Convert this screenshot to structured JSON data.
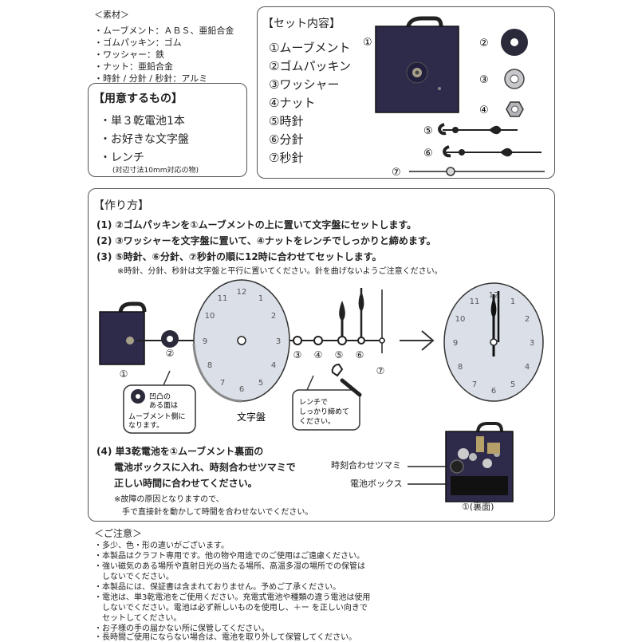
{
  "materials": {
    "title": "＜素材＞",
    "lines": [
      "・ムーブメント：ＡＢＳ、亜鉛合金",
      "・ゴムパッキン：ゴム",
      "・ワッシャー：鉄",
      "・ナット：亜鉛合金",
      "・時針 / 分針 / 秒針：アルミ"
    ]
  },
  "prepare": {
    "title": "【用意するもの】",
    "items": [
      "・単３乾電池1本",
      "・お好きな文字盤",
      "・レンチ"
    ],
    "note": "(対辺寸法10mm対応の物)"
  },
  "set": {
    "title": "【セット内容】",
    "items": [
      "①ムーブメント",
      "②ゴムパッキン",
      "③ワッシャー",
      "④ナット",
      "⑤時針",
      "⑥分針",
      "⑦秒針"
    ],
    "numbers": [
      "①",
      "②",
      "③",
      "④",
      "⑤",
      "⑥",
      "⑦"
    ]
  },
  "howto": {
    "title": "【作り方】",
    "steps": [
      "(1)  ②ゴムパッキンを①ムーブメントの上に置いて文字盤にセットします。",
      "(2)  ③ワッシャーを文字盤に置いて、④ナットをレンチでしっかりと締めます。",
      "(3)  ⑤時針、⑥分針、⑦秒針の順に12時に合わせてセットします。"
    ],
    "step3_note": "※時針、分針、秒針は文字盤と平行に置いてください。針を曲げないようご注意ください。",
    "diagram_labels": [
      "①",
      "②",
      "③",
      "④",
      "⑤",
      "⑥",
      "⑦"
    ],
    "dial_label": "文字盤",
    "callout_packing": [
      "凹凸の",
      "ある面は",
      "ムーブメント側に",
      "なります。"
    ],
    "callout_wrench": [
      "レンチで",
      "しっかり締めて",
      "ください。"
    ],
    "dial_numbers": [
      "12",
      "1",
      "2",
      "3",
      "4",
      "5",
      "6",
      "7",
      "8",
      "9",
      "10",
      "11"
    ],
    "step4": [
      "(4)  単3乾電池を①ムーブメント裏面の",
      "電池ボックスに入れ、時刻合わせツマミで",
      "正しい時間に合わせてください。"
    ],
    "step4_note": [
      "※故障の原因となりますので、",
      "手で直接針を動かして時間を合わせないでください。"
    ],
    "label_knob": "時刻合わせツマミ",
    "label_battery": "電池ボックス",
    "label_back": "①(裏面)"
  },
  "caution": {
    "title": "＜ご注意＞",
    "lines": [
      "・多少、色・形の違いがございます。",
      "・本製品はクラフト専用です。他の物や用途でのご使用はご遠慮ください。",
      "・強い磁気のある場所や直射日光の当たる場所、高温多湿の場所での保管は",
      "　しないでください。",
      "・本製品には、保証書は含まれておりません。予めご了承ください。",
      "・電池は、単3乾電池をご使用ください。充電式電池や種類の違う電池は使用",
      "　しないでください。電池は必ず新しいものを使用し、＋ー を正しい向きで",
      "　セットしてください。",
      "・お子様の手の届かない所に保管してください。",
      "・長時間ご使用にならない場合は、電池を取り外して保管してください。"
    ]
  }
}
